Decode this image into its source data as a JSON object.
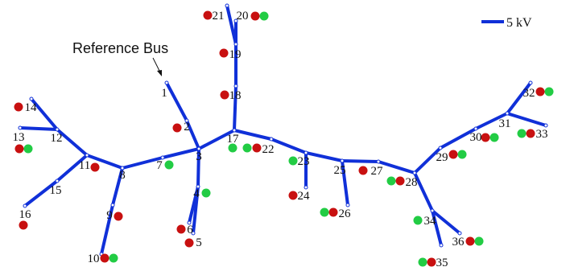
{
  "legend": {
    "label": "5 kV",
    "line_color": "#1030d8"
  },
  "reference": {
    "label": "Reference Bus",
    "bus": "1"
  },
  "colors": {
    "line": "#1030d8",
    "red_marker": "#c81010",
    "green_marker": "#22cc44"
  },
  "buses": [
    "1",
    "2",
    "3",
    "4",
    "5",
    "6",
    "7",
    "8",
    "9",
    "10",
    "11",
    "12",
    "13",
    "14",
    "15",
    "16",
    "17",
    "18",
    "19",
    "20",
    "21",
    "22",
    "23",
    "24",
    "25",
    "26",
    "27",
    "28",
    "29",
    "30",
    "31",
    "32",
    "33",
    "34",
    "35",
    "36"
  ],
  "lines": [
    [
      "1",
      "2"
    ],
    [
      "2",
      "3"
    ],
    [
      "3",
      "7"
    ],
    [
      "7",
      "8"
    ],
    [
      "8",
      "11"
    ],
    [
      "11",
      "12"
    ],
    [
      "12",
      "13"
    ],
    [
      "12",
      "14"
    ],
    [
      "11",
      "15"
    ],
    [
      "15",
      "16"
    ],
    [
      "8",
      "9"
    ],
    [
      "9",
      "10"
    ],
    [
      "3",
      "4"
    ],
    [
      "4",
      "6"
    ],
    [
      "4",
      "5"
    ],
    [
      "3",
      "17"
    ],
    [
      "17",
      "18"
    ],
    [
      "18",
      "19"
    ],
    [
      "19",
      "20"
    ],
    [
      "19",
      "21"
    ],
    [
      "17",
      "22"
    ],
    [
      "22",
      "23"
    ],
    [
      "23",
      "24"
    ],
    [
      "23",
      "25"
    ],
    [
      "25",
      "26"
    ],
    [
      "25",
      "27"
    ],
    [
      "27",
      "28"
    ],
    [
      "28",
      "29"
    ],
    [
      "29",
      "30"
    ],
    [
      "30",
      "31"
    ],
    [
      "31",
      "32"
    ],
    [
      "31",
      "33"
    ],
    [
      "28",
      "34"
    ],
    [
      "34",
      "35"
    ],
    [
      "34",
      "36"
    ]
  ],
  "markers": {
    "1": [],
    "2": [
      "red"
    ],
    "3": [],
    "4": [
      "green"
    ],
    "5": [
      "red"
    ],
    "6": [
      "red"
    ],
    "7": [
      "green"
    ],
    "8": [],
    "9": [
      "red"
    ],
    "10": [
      "red",
      "green"
    ],
    "11": [
      "red"
    ],
    "12": [],
    "13": [
      "red",
      "green"
    ],
    "14": [
      "red"
    ],
    "15": [],
    "16": [
      "red"
    ],
    "17": [
      "green"
    ],
    "18": [
      "red"
    ],
    "19": [
      "red"
    ],
    "20": [
      "red",
      "green"
    ],
    "21": [
      "red"
    ],
    "22": [
      "green",
      "red"
    ],
    "23": [
      "green"
    ],
    "24": [
      "red"
    ],
    "25": [],
    "26": [
      "green",
      "red"
    ],
    "27": [
      "red"
    ],
    "28": [
      "green",
      "red"
    ],
    "29": [
      "red",
      "green"
    ],
    "30": [
      "red",
      "green"
    ],
    "31": [],
    "32": [
      "red",
      "green"
    ],
    "33": [
      "green",
      "red"
    ],
    "34": [
      "green"
    ],
    "35": [
      "green",
      "red"
    ],
    "36": [
      "red",
      "green"
    ]
  }
}
